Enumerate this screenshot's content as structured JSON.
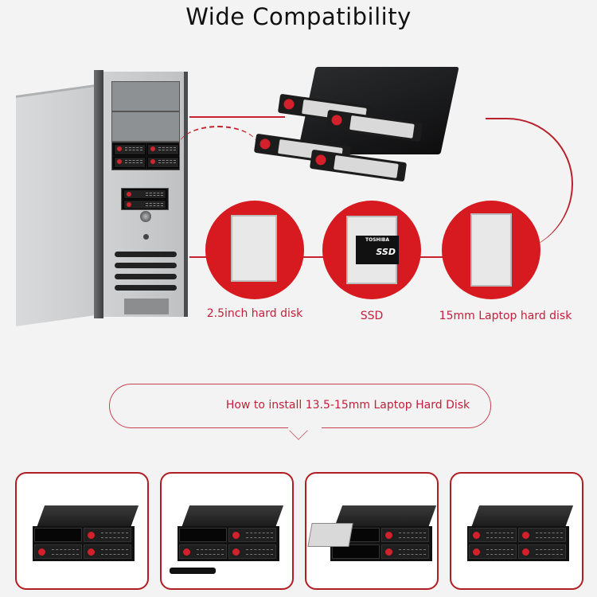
{
  "title": "Wide Compatibility",
  "disks": [
    {
      "label": "2.5inch hard disk",
      "type": "hdd"
    },
    {
      "label": "SSD",
      "type": "ssd",
      "brand": "TOSHIBA",
      "badge": "SSD"
    },
    {
      "label": "15mm Laptop hard disk",
      "type": "hdd-thick"
    }
  ],
  "install": {
    "label": "How to install 13.5-15mm Laptop Hard Disk",
    "icon": "chevron-down-icon"
  },
  "steps": [
    {
      "name": "step-1-remove-tray"
    },
    {
      "name": "step-2-tray-out"
    },
    {
      "name": "step-3-insert-disk"
    },
    {
      "name": "step-4-complete"
    }
  ],
  "colors": {
    "accent": "#d71920",
    "text_accent": "#c41e3a",
    "background": "#f3f3f3",
    "card_border": "#b01e24"
  }
}
